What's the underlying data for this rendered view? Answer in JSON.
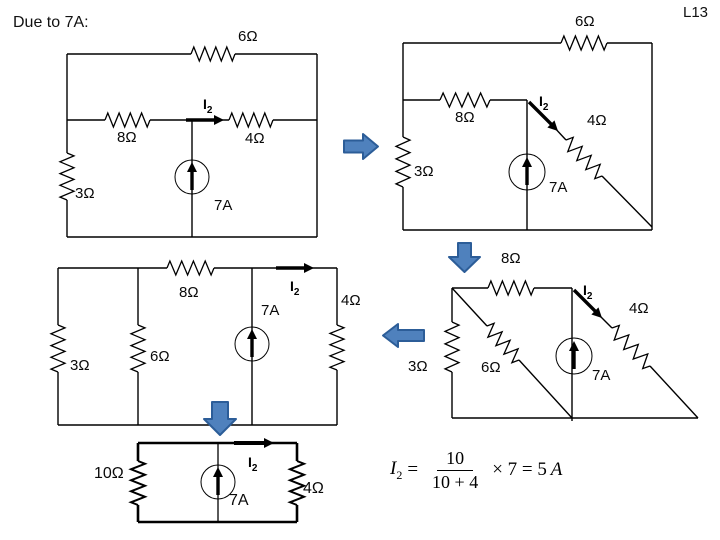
{
  "page": {
    "title": "Due to 7A:",
    "slide_label": "L13"
  },
  "symbols": {
    "current_base": "I",
    "current_sub": "2"
  },
  "circuits": {
    "top_left": {
      "r6": "6Ω",
      "r8": "8Ω",
      "r4": "4Ω",
      "r3": "3Ω",
      "source": "7A"
    },
    "top_right": {
      "r6": "6Ω",
      "r8": "8Ω",
      "r4": "4Ω",
      "r3": "3Ω",
      "source": "7A"
    },
    "mid_left": {
      "r8": "8Ω",
      "r6": "6Ω",
      "r4": "4Ω",
      "r3": "3Ω",
      "source": "7A"
    },
    "mid_right": {
      "r8": "8Ω",
      "r6": "6Ω",
      "r4": "4Ω",
      "r3": "3Ω",
      "source": "7A"
    },
    "bottom": {
      "r10": "10Ω",
      "r4": "4Ω",
      "source": "7A"
    }
  },
  "formula": {
    "lhs_base": "I",
    "lhs_sub": "2",
    "equals": "=",
    "numerator": "10",
    "denominator": "10 + 4",
    "times_value": "× 7 = 5",
    "unit": "A"
  },
  "colors": {
    "wire": "#000000",
    "arrow_fill": "#4f81bd",
    "arrow_stroke": "#2c5d98"
  }
}
